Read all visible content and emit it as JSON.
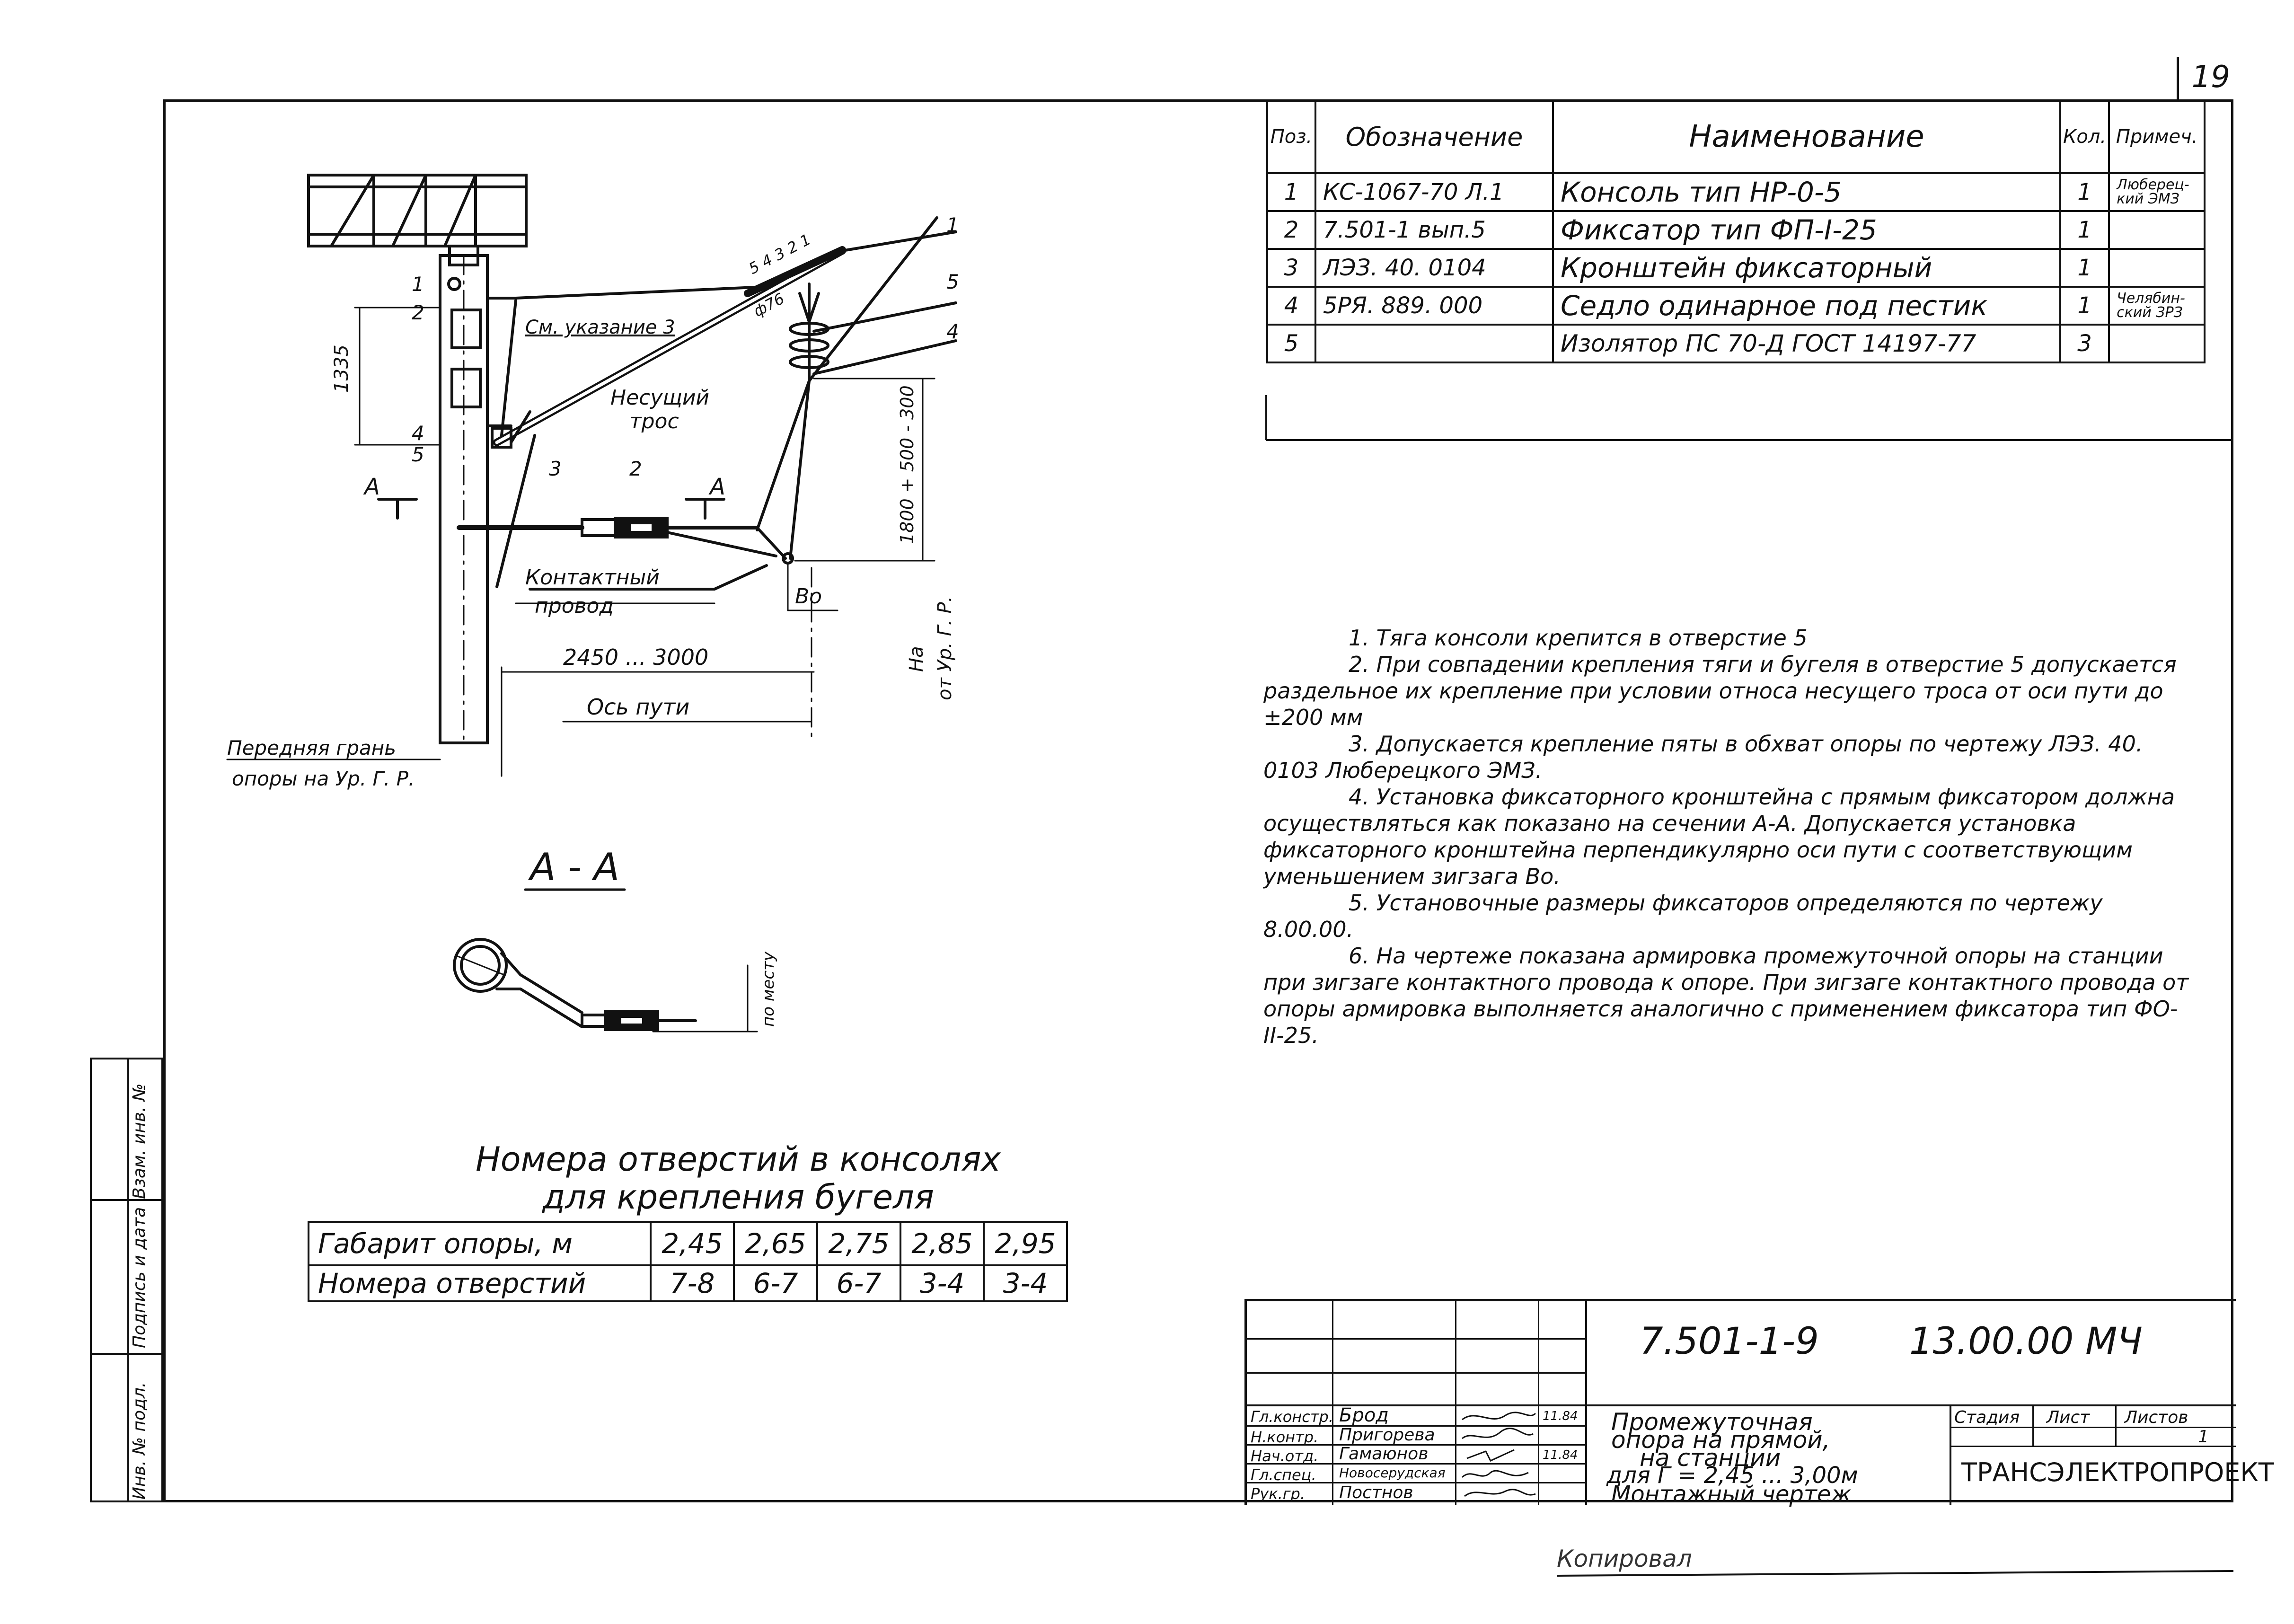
{
  "sheet_number": "19",
  "spec_table": {
    "headers": [
      "Поз.",
      "Обозначение",
      "Наименование",
      "Кол.",
      "Примеч."
    ],
    "rows": [
      {
        "pos": "1",
        "designation": "КС-1067-70 Л.1",
        "name": "Консоль тип НР-0-5",
        "qty": "1",
        "note": "Люберец- кий ЭМЗ"
      },
      {
        "pos": "2",
        "designation": "7.501-1 вып.5",
        "name": "Фиксатор тип ФП-I-25",
        "qty": "1",
        "note": ""
      },
      {
        "pos": "3",
        "designation": "ЛЭЗ. 40. 0104",
        "name": "Кронштейн фиксаторный",
        "qty": "1",
        "note": ""
      },
      {
        "pos": "4",
        "designation": "5РЯ. 889. 000",
        "name": "Седло одинарное под пестик",
        "qty": "1",
        "note": "Челябин- ский ЗРЗ"
      },
      {
        "pos": "5",
        "designation": "",
        "name": "Изолятор ПС 70-Д ГОСТ 14197-77",
        "qty": "3",
        "note": ""
      }
    ]
  },
  "drawing": {
    "labels": {
      "dim_1335": "1335",
      "see_note": "См. указание 3",
      "bearing_cable_1": "Несущий",
      "bearing_cable_2": "трос",
      "contact_wire_1": "Контактный",
      "contact_wire_2": "провод",
      "dim_span": "2450 ... 3000",
      "track_axis": "Ось пути",
      "front_face_1": "Передняя грань",
      "front_face_2": "опоры на Ур. Г. Р.",
      "dim_height": "1800 + 500 - 300",
      "height_ref_1": "На",
      "height_ref_2": "от Ур. Г. Р.",
      "zigzag": "Во",
      "hole_numbers": "5 4 3 2 1",
      "dia": "ф76",
      "section_mark": "А",
      "pos1": "1",
      "pos2": "2",
      "pos3": "3",
      "pos4": "4",
      "pos5": "5"
    },
    "section_title": "А - А",
    "in_place": "по месту"
  },
  "notes": [
    "1. Тяга консоли крепится в отверстие 5",
    "2. При совпадении крепления тяги и бугеля в отверстие 5 допускается раздельное их крепление при условии относа несущего троса от оси пути до ±200 мм",
    "3. Допускается крепление пяты в обхват опоры по чертежу ЛЭЗ. 40. 0103 Люберецкого ЭМЗ.",
    "4. Установка фиксаторного кронштейна с прямым фиксатором должна осуществляться как показано на сечении А-А. Допускается установка фиксаторного кронштейна перпендикулярно оси пути с соответствующим уменьшением зигзага Во.",
    "5. Установочные размеры фиксаторов определяются по чертежу 8.00.00.",
    "6. На чертеже показана армировка промежуточной опоры на станции при зигзаге контактного провода к опоре. При зигзаге контактного провода от опоры армировка выполняется аналогично с применением фиксатора тип ФО-II-25."
  ],
  "hole_table": {
    "title_line1": "Номера отверстий в консолях",
    "title_line2": "для крепления бугеля",
    "row1_label": "Габарит опоры, м",
    "row1": [
      "2,45",
      "2,65",
      "2,75",
      "2,85",
      "2,95"
    ],
    "row2_label": "Номера отверстий",
    "row2": [
      "7-8",
      "6-7",
      "6-7",
      "3-4",
      "3-4"
    ]
  },
  "title_block": {
    "doc_code": "7.501-1-9",
    "doc_number": "13.00.00 МЧ",
    "title": [
      "Промежуточная",
      "опора на прямой,",
      "на станции",
      "для Г = 2,45 ... 3,00м",
      "Монтажный чертеж"
    ],
    "stage_label": "Стадия",
    "sheet_label": "Лист",
    "sheets_label": "Листов",
    "sheets_value": "1",
    "org": "ТРАНСЭЛЕКТРОПРОЕКТ",
    "signers": [
      {
        "role": "Гл.констр.",
        "name": "Брод",
        "date": "11.84"
      },
      {
        "role": "Н.контр.",
        "name": "Пригорева",
        "date": ""
      },
      {
        "role": "Нач.отд.",
        "name": "Гамаюнов",
        "date": "11.84"
      },
      {
        "role": "Гл.спец.",
        "name": "Новосерудская",
        "date": ""
      },
      {
        "role": "Рук.гр.",
        "name": "Постнов",
        "date": ""
      }
    ]
  },
  "side_stamps": [
    "Инв. № подл.",
    "Подпись и дата",
    "Взам. инв. №"
  ],
  "bottom_scrawl": "Копировал"
}
